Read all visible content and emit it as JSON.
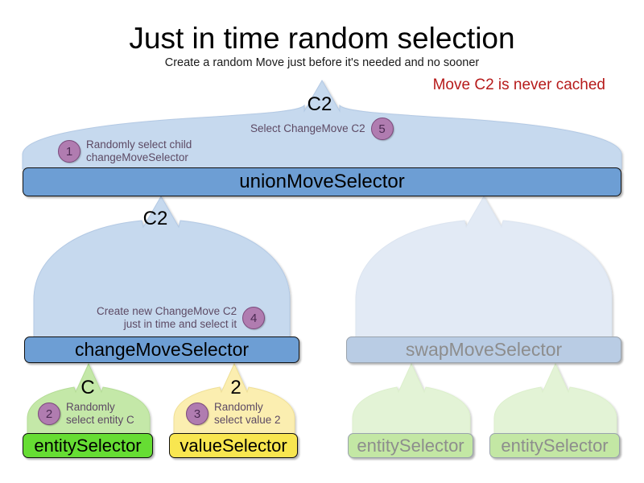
{
  "header": {
    "title": "Just in time random selection",
    "subtitle": "Create a random Move just before it's needed and no sooner",
    "note": "Move C2 is never cached",
    "note_color": "#b61a1a"
  },
  "nodes": {
    "unionMoveSelector": {
      "label": "unionMoveSelector",
      "state": "active",
      "color": "#6d9ed4"
    },
    "changeMoveSelector": {
      "label": "changeMoveSelector",
      "state": "active",
      "color": "#6d9ed4"
    },
    "swapMoveSelector": {
      "label": "swapMoveSelector",
      "state": "faded",
      "color": "#b9cce4"
    },
    "entitySelectorLeft": {
      "label": "entitySelector",
      "state": "active",
      "color": "#66dd33"
    },
    "valueSelectorLeft": {
      "label": "valueSelector",
      "state": "active",
      "color": "#f8e650"
    },
    "entitySelectorRight1": {
      "label": "entitySelector",
      "state": "faded",
      "color": "#c3e7a4"
    },
    "entitySelectorRight2": {
      "label": "entitySelector",
      "state": "faded",
      "color": "#c3e7a4"
    }
  },
  "flows": {
    "union_out": "C2",
    "change_out": "C2",
    "entity_out": "C",
    "value_out": "2"
  },
  "annotations": [
    {
      "number": "1",
      "text": "Randomly select child\nchangeMoveSelector"
    },
    {
      "number": "5",
      "text": "Select ChangeMove C2"
    },
    {
      "number": "4",
      "text": "Create new ChangeMove C2\njust in time and select it"
    },
    {
      "number": "2",
      "text": "Randomly\nselect entity C"
    },
    {
      "number": "3",
      "text": "Randomly\nselect value 2"
    }
  ],
  "palette": {
    "arrow_blue_active": "#c6d9ee",
    "arrow_blue_faded": "#e2eaf5",
    "arrow_green_active": "#c4e8a8",
    "arrow_green_faded": "#e3f3d6",
    "arrow_yellow_active": "#fbeeb0",
    "badge_fill": "#b07cb0",
    "badge_border": "#7c4a7c",
    "annotation_text": "#5d4a64"
  }
}
